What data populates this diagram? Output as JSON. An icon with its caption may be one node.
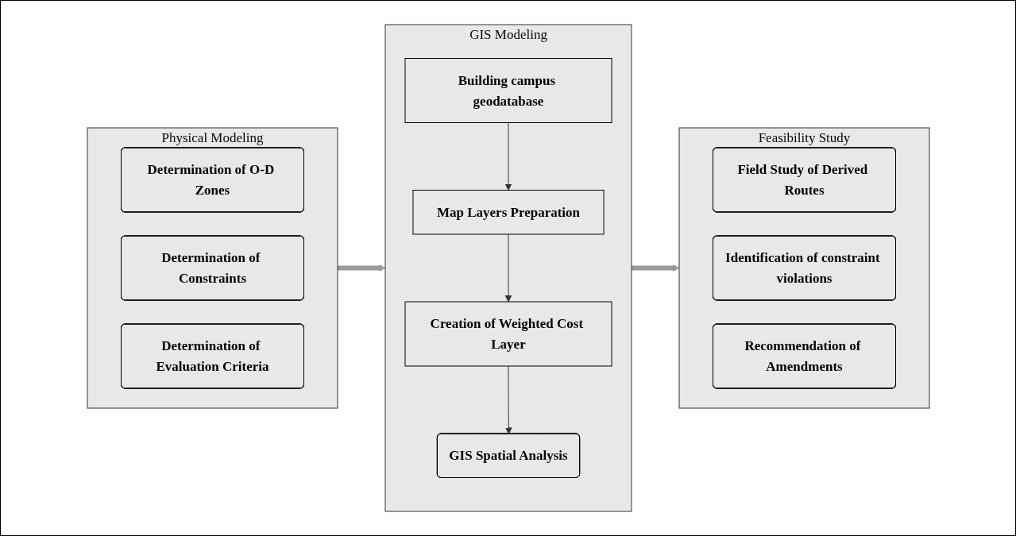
{
  "diagram": {
    "nodes": [
      {
        "text": [
          "Physical Modeling"
        ]
      },
      {
        "text": [
          "Determination of O-D Zones"
        ],
        "in": 0
      },
      {
        "text": [
          "Determination of Constraints"
        ],
        "in": 0
      },
      {
        "text": [
          "Determination of Evaluation Criteria"
        ],
        "in": 0
      },
      {
        "text": [
          "GIS Modeling"
        ]
      },
      {
        "text": [
          "Building campus geodatabase"
        ],
        "in": 4
      },
      {
        "text": [
          "Map Layers Preparation"
        ],
        "in": 4
      },
      {
        "text": [
          "Creation of Weighted Cost Layer"
        ],
        "in": 4
      },
      {
        "text": [
          "GIS Spatial Analysis"
        ],
        "in": 4
      },
      {
        "text": [
          "Feasibility Study"
        ]
      },
      {
        "text": [
          "Field Study of Derived Routes"
        ],
        "in": 9
      },
      {
        "text": [
          "Identification of constraint violations"
        ],
        "in": 9
      },
      {
        "text": [
          "Recommendation of Amendments"
        ],
        "in": 9
      }
    ],
    "edges": [
      {
        "from": 0,
        "to": 4,
        "arrow": "to",
        "style": "thick",
        "color": "#9a9a9a"
      },
      {
        "from": 4,
        "to": 9,
        "arrow": "to",
        "style": "thick",
        "color": "#9a9a9a"
      },
      {
        "from": 5,
        "to": 6,
        "arrow": "to"
      },
      {
        "from": 6,
        "to": 7,
        "arrow": "to"
      },
      {
        "from": 7,
        "to": 8,
        "arrow": "to"
      }
    ]
  }
}
